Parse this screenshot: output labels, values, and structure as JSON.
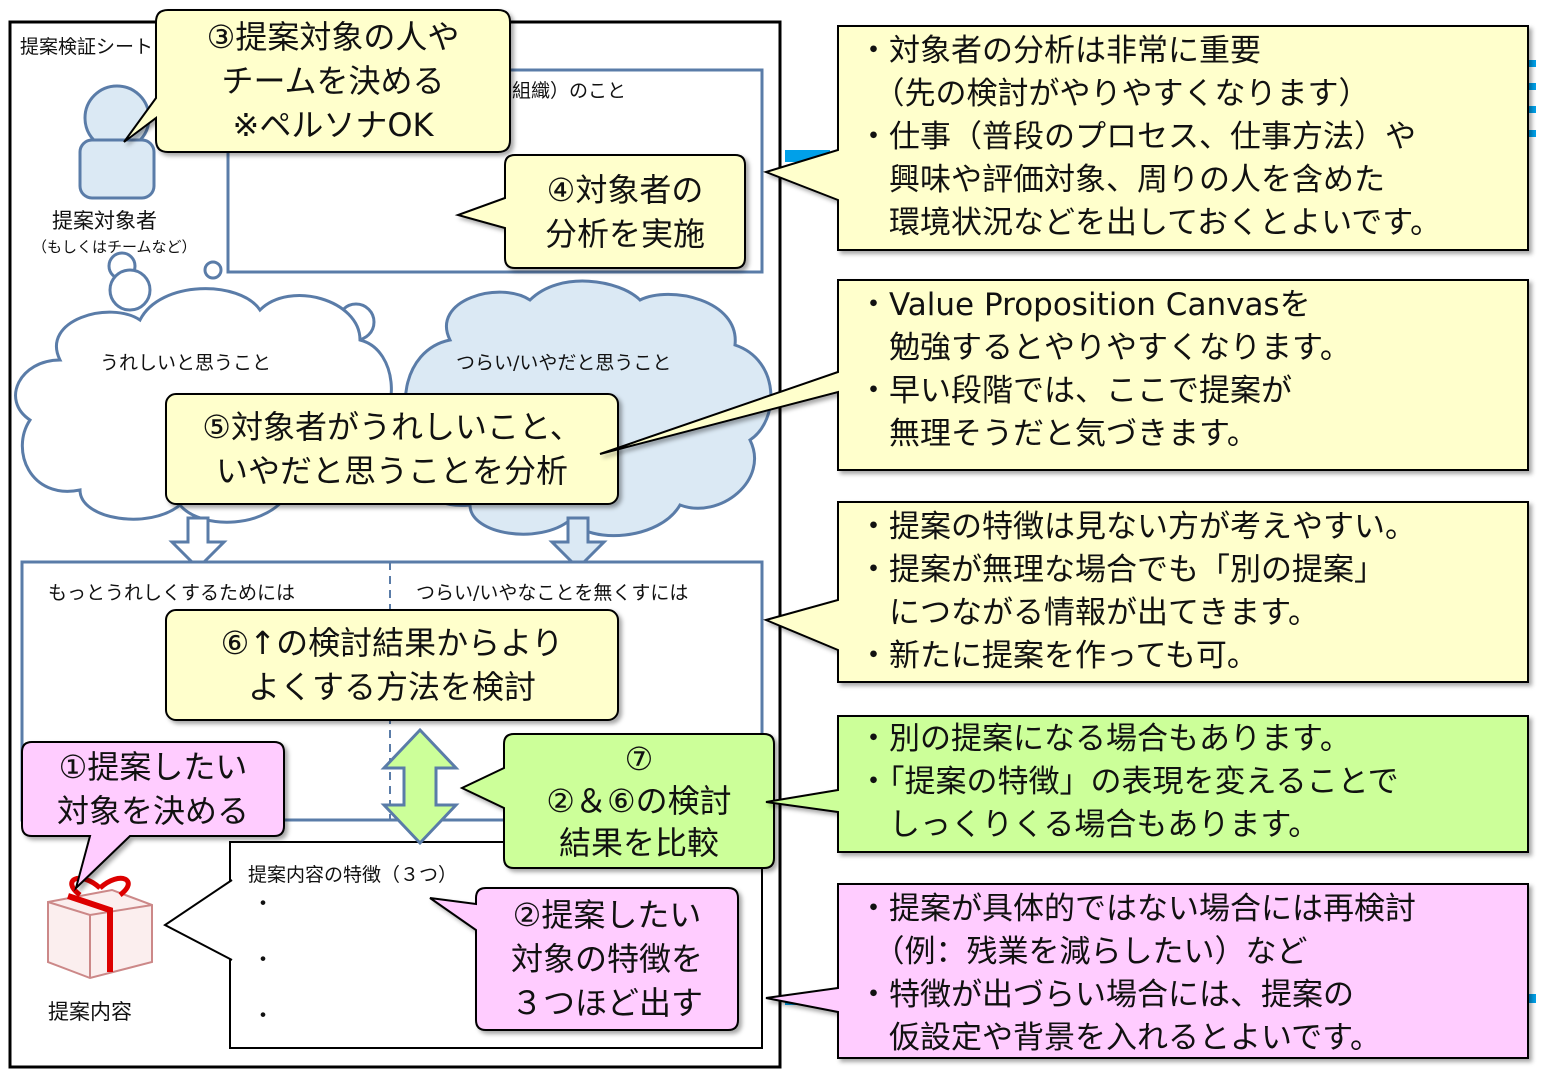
{
  "sheet": {
    "title": "提案検証シート",
    "target_section_label": "組織）のこと",
    "person_label": "提案対象者",
    "person_sublabel": "（もしくはチームなど）",
    "happy_label": "うれしいと思うこと",
    "pain_label": "つらい/いやだと思うこと",
    "improve_label": "もっとうれしくするためには",
    "remove_label": "つらい/いやなことを無くすには",
    "features_title": "提案内容の特徴（３つ）",
    "feature_bullets": [
      "・",
      "・",
      "・"
    ],
    "proposal_label": "提案内容"
  },
  "callouts": {
    "step1": [
      "①提案したい",
      "対象を決める"
    ],
    "step2": [
      "②提案したい",
      "対象の特徴を",
      "３つほど出す"
    ],
    "step3": [
      "③提案対象の人や",
      "チームを決める",
      "※ペルソナOK"
    ],
    "step4": [
      "④対象者の",
      "分析を実施"
    ],
    "step5": [
      "⑤対象者がうれしいこと、",
      "いやだと思うことを分析"
    ],
    "step6": [
      "⑥↑の検討結果からより",
      "よくする方法を検討"
    ],
    "step7": [
      "⑦",
      "②＆⑥の検討",
      "結果を比較"
    ]
  },
  "notes": [
    [
      "・対象者の分析は非常に重要",
      "　（先の検討がやりやすくなります）",
      "・仕事（普段のプロセス、仕事方法）や",
      "　興味や評価対象、周りの人を含めた",
      "　環境状況などを出しておくとよいです。"
    ],
    [
      "・Value Proposition Canvasを",
      "　勉強するとやりやすくなります。",
      "・早い段階では、ここで提案が",
      "　無理そうだと気づきます。"
    ],
    [
      "・提案の特徴は見ない方が考えやすい。",
      "・提案が無理な場合でも「別の提案」",
      "　につながる情報が出てきます。",
      "・新たに提案を作っても可。"
    ],
    [
      "・別の提案になる場合もあります。",
      "・「提案の特徴」の表現を変えることで",
      "　しっくりくる場合もあります。"
    ],
    [
      "・提案が具体的ではない場合には再検討",
      "　（例：残業を減らしたい）など",
      "・特徴が出づらい場合には、提案の",
      "　仮設定や背景を入れるとよいです。"
    ]
  ],
  "colors": {
    "yellow": "#ffffcc",
    "pink": "#ffccff",
    "green": "#ccff99",
    "blue_frame": "#5a7ca8",
    "light_blue": "#dbe9f4",
    "arrow_green": "#ccff99",
    "accent_blue": "#00a0e9"
  },
  "icons": [
    "person-icon",
    "gift-icon",
    "down-arrow-icon",
    "double-arrow-icon",
    "cloud-shape"
  ]
}
